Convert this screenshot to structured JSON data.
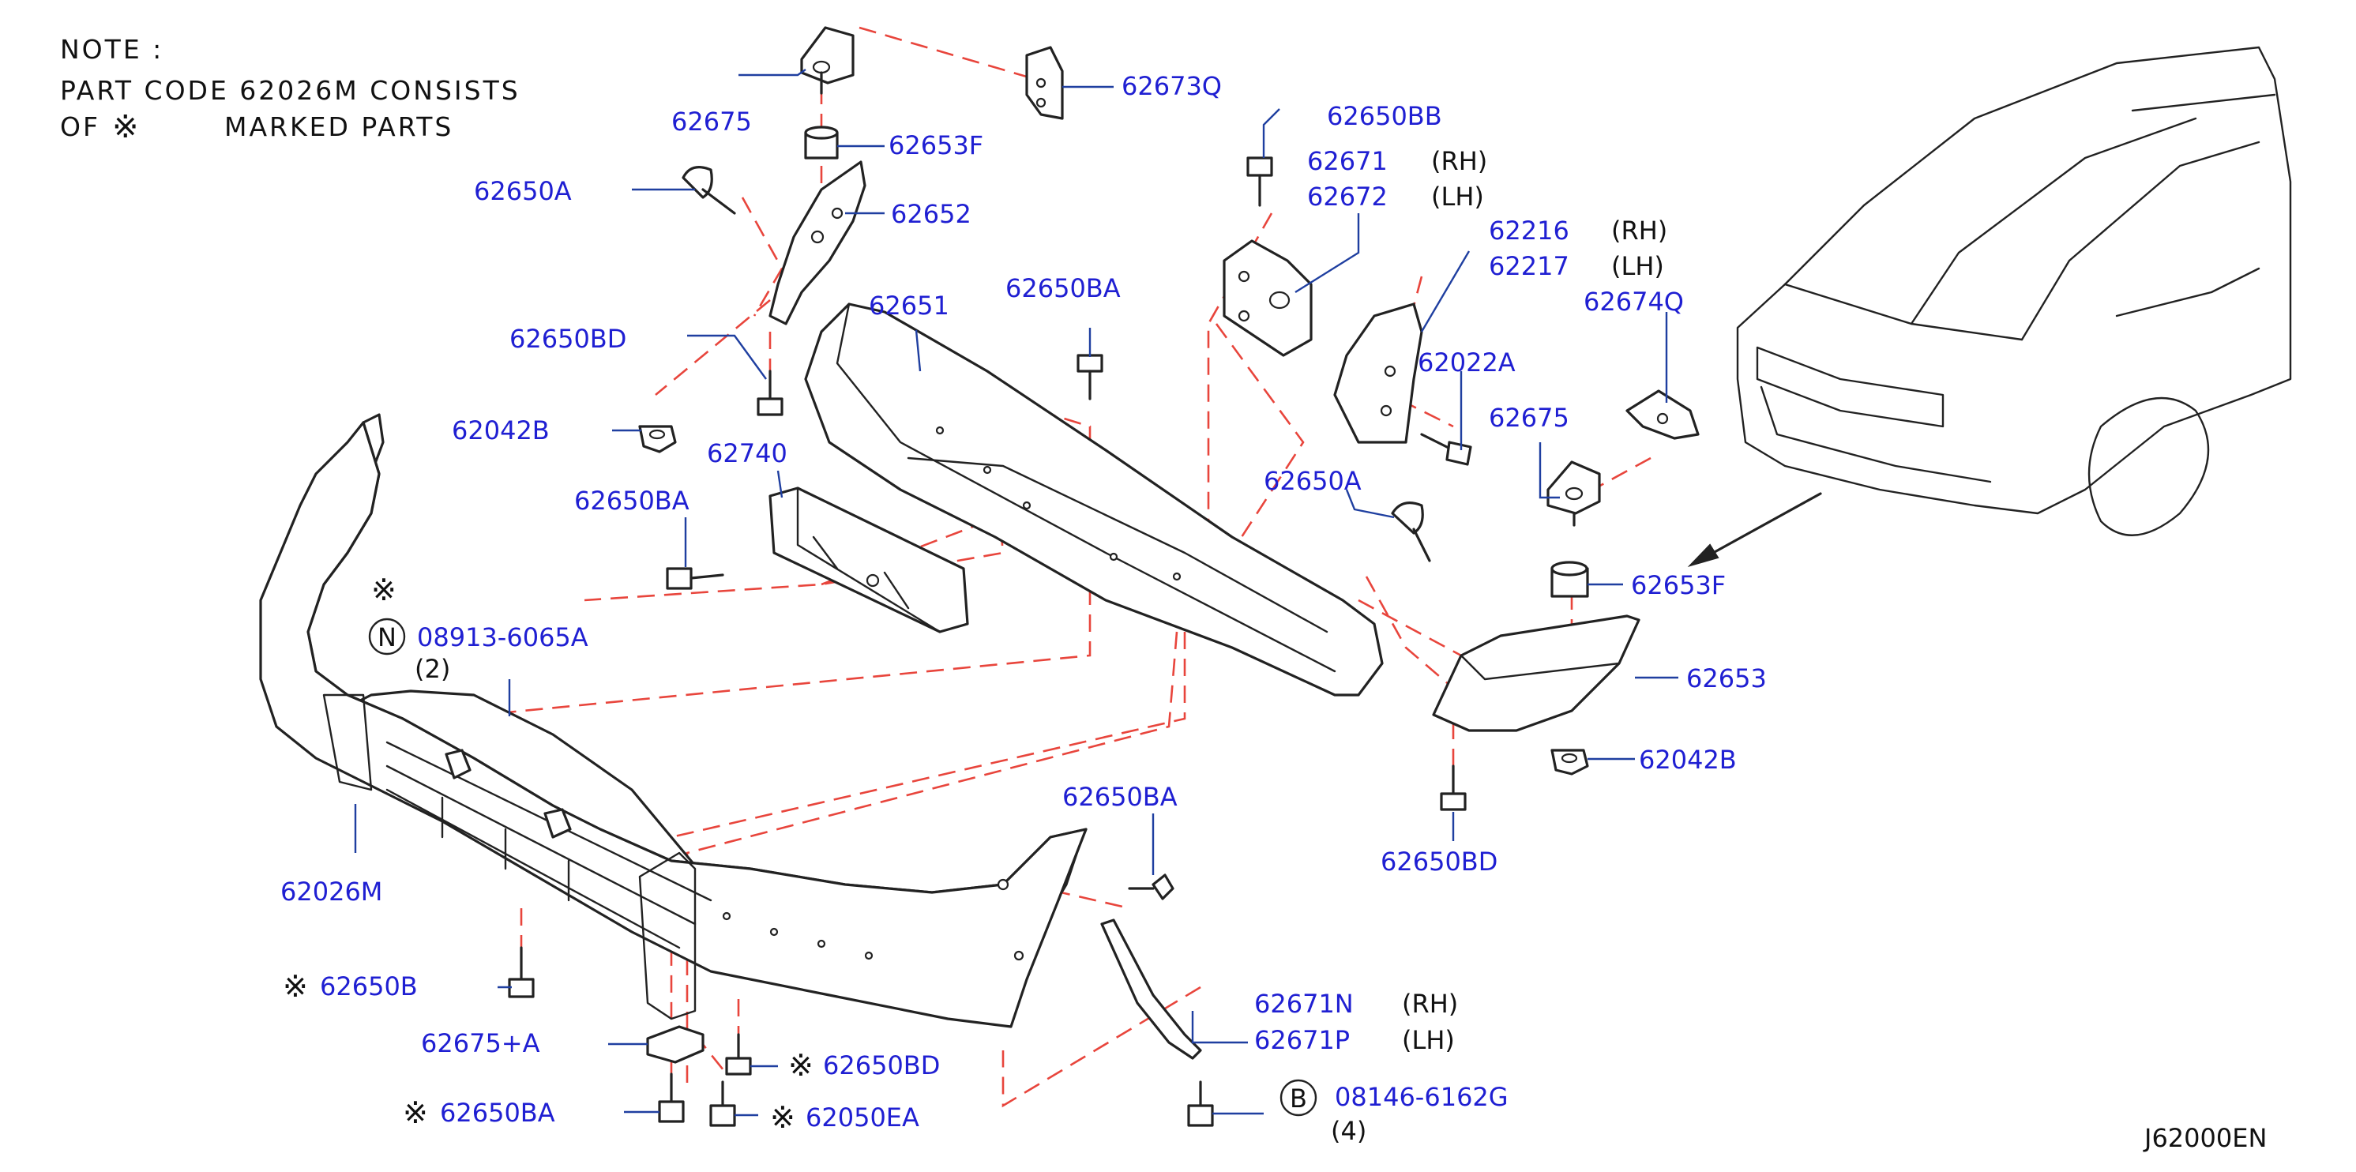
{
  "colors": {
    "part_number": "#1f1fd2",
    "dashed_guide": "#e8453c",
    "leader": "#1f3fa0",
    "outline": "#222222"
  },
  "note": {
    "line1": "NOTE :",
    "line2": "PART CODE 62026M CONSISTS",
    "line3_prefix": "OF",
    "mark": "※",
    "line3_suffix": "MARKED PARTS"
  },
  "labels": {
    "p62675_top": "62675",
    "p62673Q": "62673Q",
    "p62653F_top": "62653F",
    "p62650A_left": "62650A",
    "p62652": "62652",
    "p62650BD_left": "62650BD",
    "p62042B_left": "62042B",
    "p62651": "62651",
    "p62650BA_center": "62650BA",
    "p62740": "62740",
    "p62650BA_left": "62650BA",
    "mark_n": "※",
    "n_circle": "N",
    "p08913": "08913-6065A",
    "qty_2": "(2)",
    "p62650BB": "62650BB",
    "p62671": "62671",
    "rh_62671": "(RH)",
    "p62672": "62672",
    "lh_62672": "(LH)",
    "p62216": "62216",
    "rh_62216": "(RH)",
    "p62217": "62217",
    "lh_62217": "(LH)",
    "p62674Q": "62674Q",
    "p62022A": "62022A",
    "p62675_right": "62675",
    "p62650A_right": "62650A",
    "p62653F_right": "62653F",
    "p62653": "62653",
    "p62042B_right": "62042B",
    "p62650BD_right": "62650BD",
    "p62026M": "62026M",
    "p62650BA_lower": "62650BA",
    "mark_62650B": "※",
    "p62650B": "62650B",
    "p62671N": "62671N",
    "rh_62671N": "(RH)",
    "p62671P": "62671P",
    "lh_62671P": "(LH)",
    "p62675A": "62675+A",
    "mark_62650BD": "※",
    "p62650BD_bottom": "62650BD",
    "mark_62650BA": "※",
    "p62650BA_bottom": "62650BA",
    "mark_62050EA": "※",
    "p62050EA": "62050EA",
    "b_circle": "B",
    "p08146": "08146-6162G",
    "qty_4": "(4)",
    "diagram_code": "J62000EN"
  }
}
